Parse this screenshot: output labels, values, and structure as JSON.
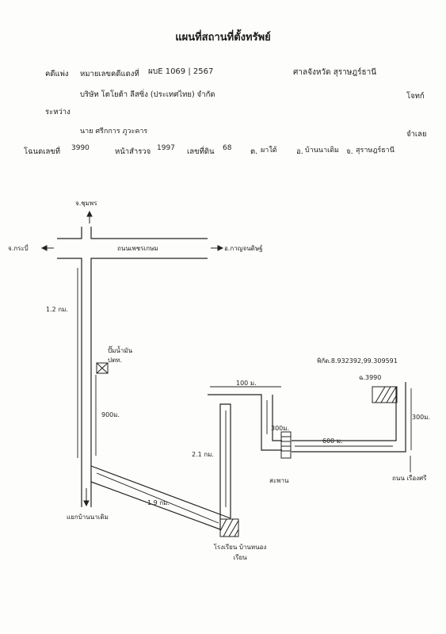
{
  "header": {
    "title": "แผนที่สถานที่ตั้งทรัพย์",
    "case_label": "คดีแพ่ง",
    "case_number_label": "หมายเลขคดีแดงที่",
    "case_number": "ผบE 1069 | 2567",
    "court": "ศาลจังหวัด สุราษฎร์ธานี",
    "plaintiff": "บริษัท โตโยต้า ลีสซิ่ง (ประเทศไทย) จำกัด",
    "plaintiff_role": "โจทก์",
    "between": "ระหว่าง",
    "defendant": "นาย ศรีกการ ภูวะคาร",
    "defendant_role": "จำเลย",
    "deed_label": "โฉนดเลขที่",
    "deed_number": "3990",
    "survey_label": "หน้าสำรวจ",
    "survey_number": "1997",
    "land_no_label": "เลขที่ดิน",
    "land_no": "68",
    "subdistrict_label": "ต.",
    "subdistrict": "ผาใต้",
    "district_label": "อ.",
    "district": "บ้านนาเดิม",
    "province_label": "จ.",
    "province": "สุราษฎร์ธานี"
  },
  "map": {
    "north_dir": "จ.ชุมพร",
    "west_dir": "จ.กระบี่",
    "east_dir": "อ.กาญจนดิษฐ์",
    "main_road": "ถนนเพชรเกษม",
    "distance_main": "1.2 กม.",
    "gas_station": "ปั๊มน้ำมัน ปตท.",
    "distance_900": "900ม.",
    "distance_100": "100 ม.",
    "distance_2_1": "2.1 กม.",
    "distance_1_9": "1.9 กม.",
    "distance_300_left": "300ม.",
    "distance_600": "600 ม.",
    "distance_300_right": "300ม.",
    "coordinates": "พิกัด.8.932392,99.309591",
    "parcel_label": "ฉ.3990",
    "bridge": "สะพาน",
    "road_right": "ถนน เรืองศรี",
    "school": "โรงเรียน บ้านหนองเรียน",
    "south_dir": "แยกบ้านนาเดิม"
  }
}
